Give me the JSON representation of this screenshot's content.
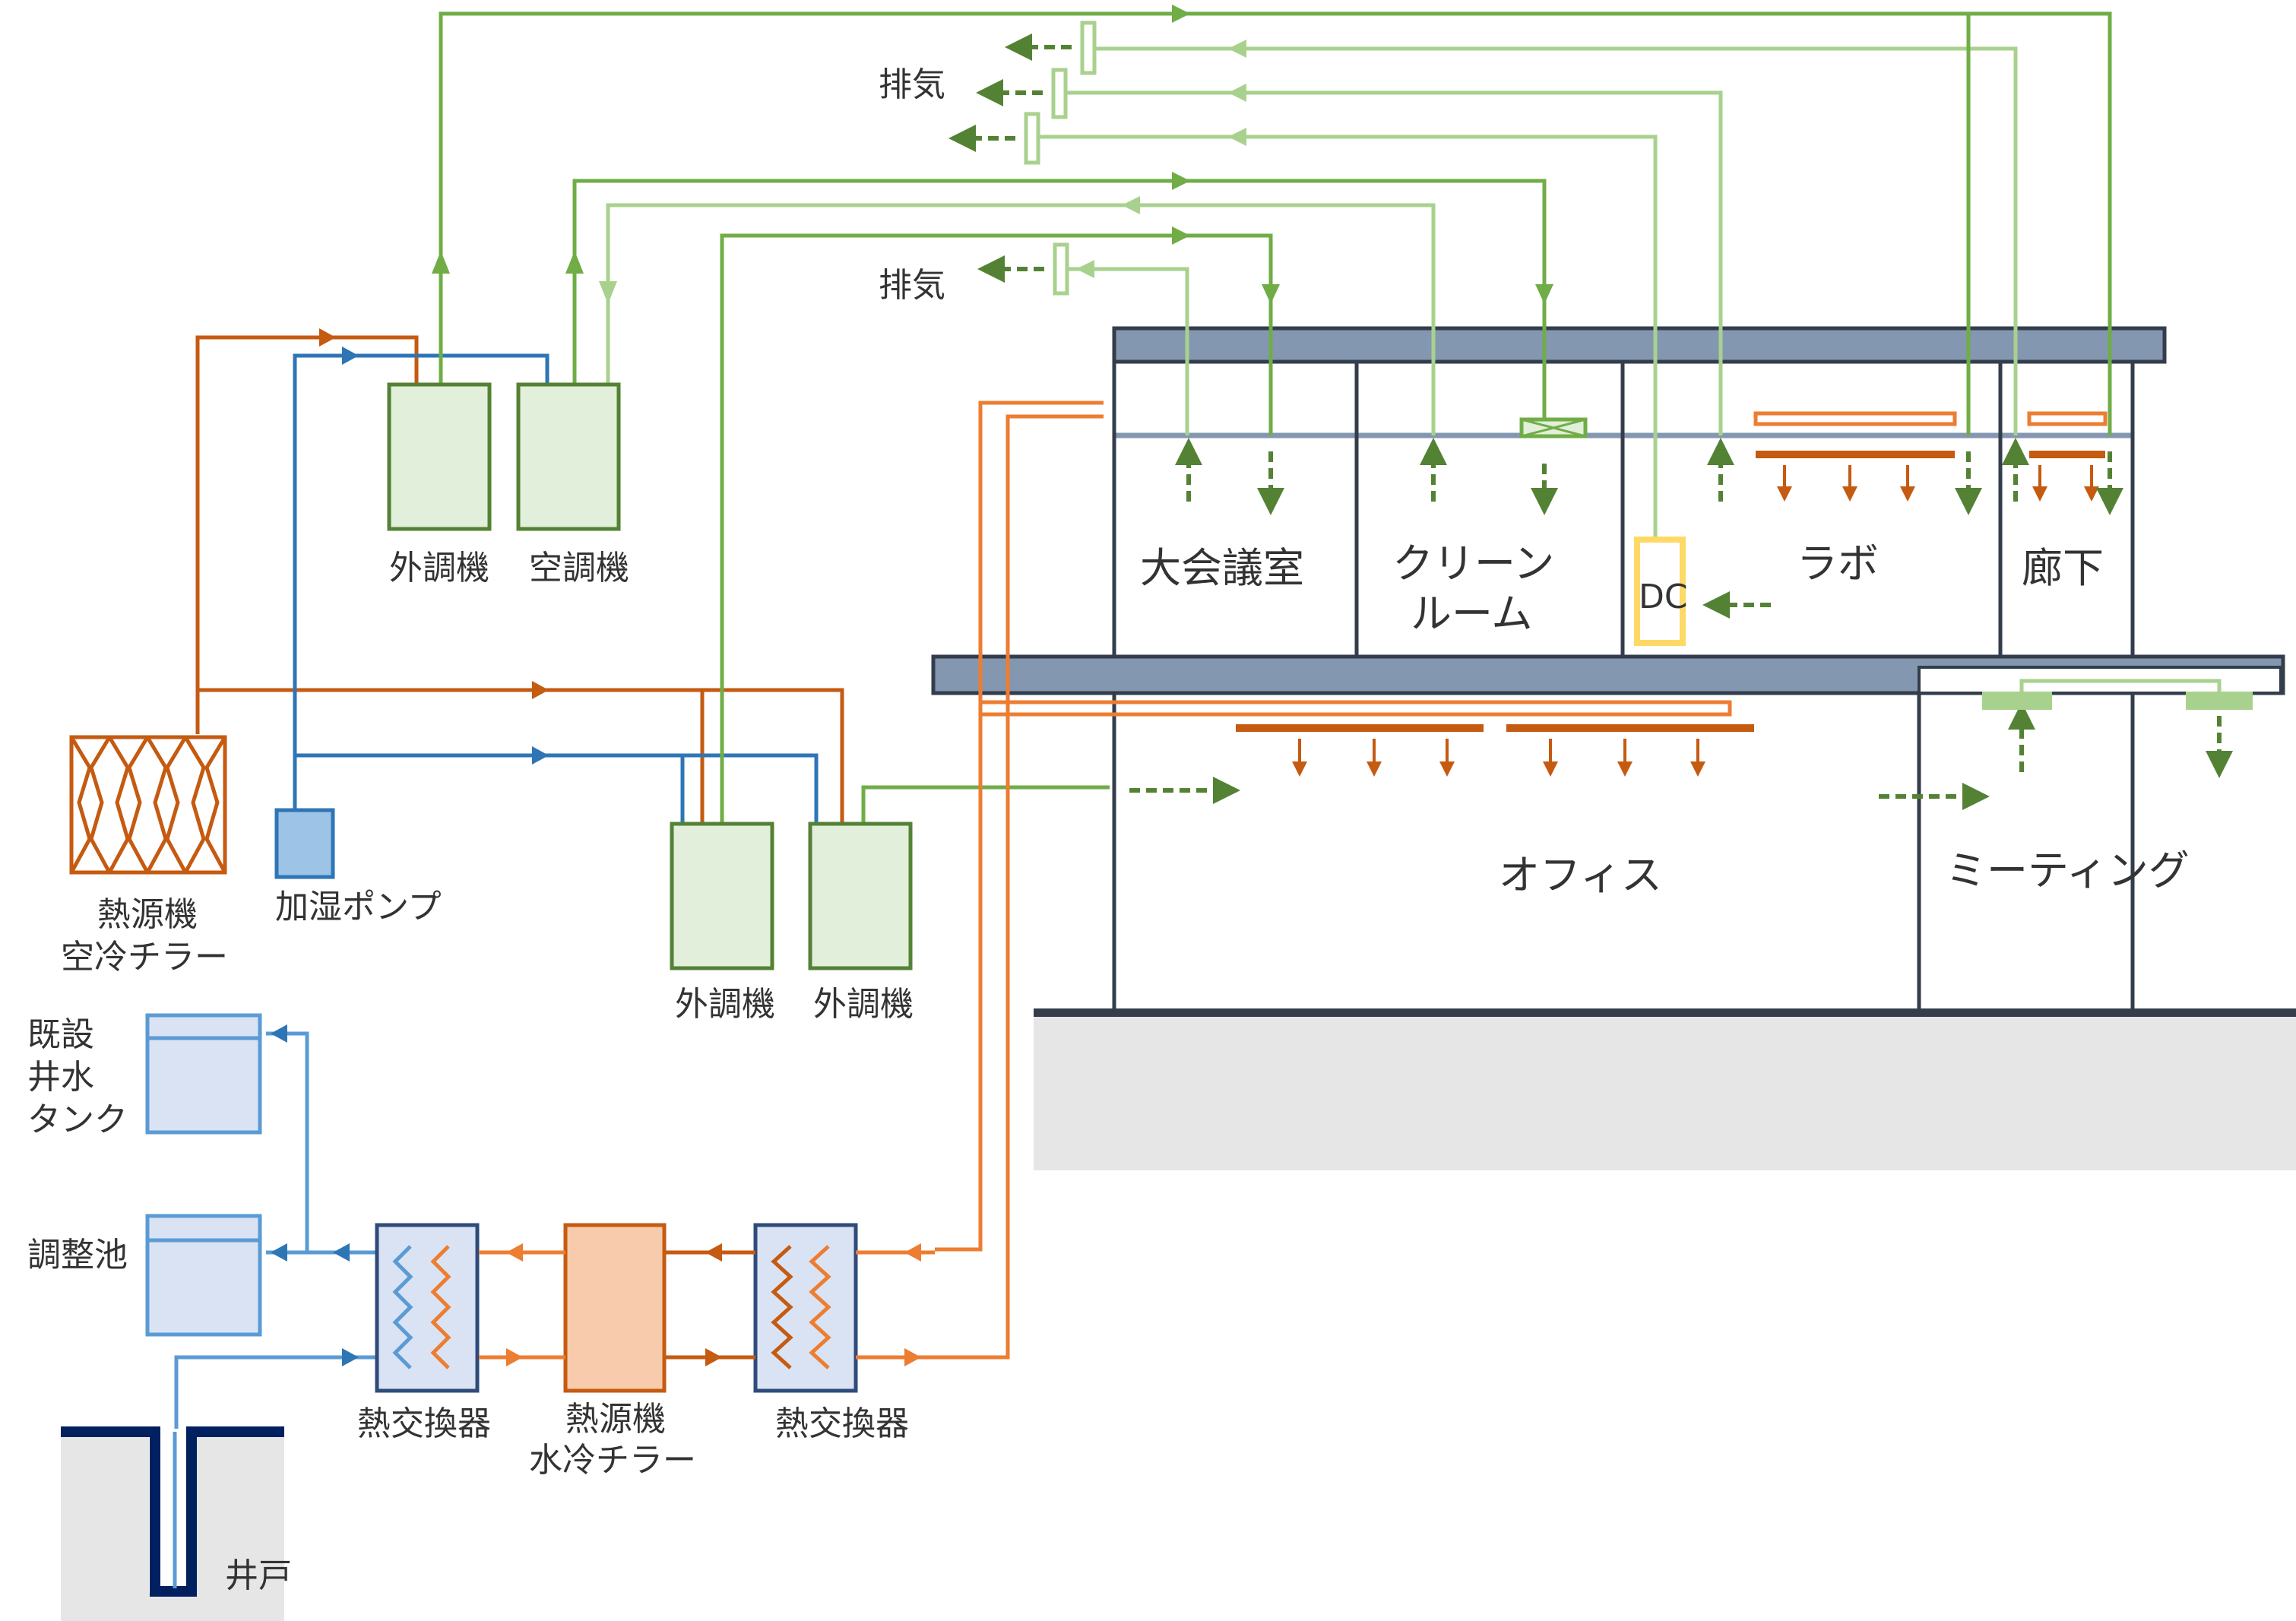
{
  "colors": {
    "heat": "#c55a11",
    "heat_light": "#ed7d31",
    "air_supply": "#70ad47",
    "air_dark": "#548235",
    "air_return": "#a9d18e",
    "unit_fill": "#e2efda",
    "cold": "#2e75b6",
    "well_water": "#5b9bd5",
    "tank_fill": "#dae3f3",
    "slab": "#8497b0",
    "ground": "#e7e6e6",
    "dc": "#ffd966"
  },
  "labels": {
    "exhaust_top": "排気",
    "exhaust_mid": "排気",
    "oau_1": "外調機",
    "ahu_1": "空調機",
    "oau_2": "外調機",
    "oau_3": "外調機",
    "heat_source_air": "熱源機",
    "air_chiller": "空冷チラー",
    "humidifier_pump": "加湿ポンプ",
    "existing_tank_1": "既設",
    "existing_tank_2": "井水",
    "existing_tank_3": "タンク",
    "regulating_pond": "調整池",
    "hx_1": "熱交換器",
    "heat_source_water": "熱源機",
    "water_chiller": "水冷チラー",
    "hx_2": "熱交換器",
    "well": "井戸"
  },
  "rooms": {
    "conference": "大会議室",
    "clean_room_1": "クリーン",
    "clean_room_2": "ルーム",
    "lab": "ラボ",
    "dc": "DC",
    "corridor": "廊下",
    "office": "オフィス",
    "meeting": "ミーティング"
  }
}
